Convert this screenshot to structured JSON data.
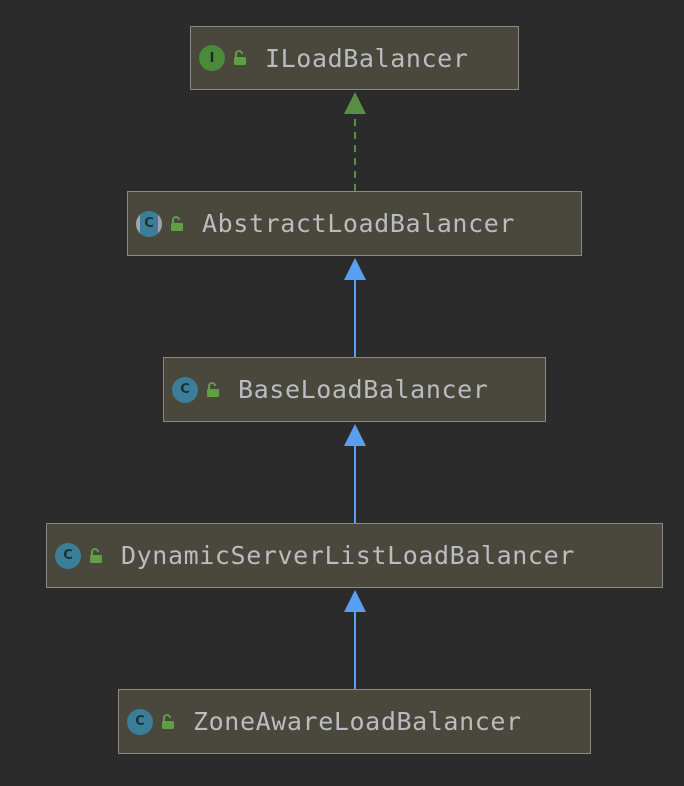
{
  "nodes": [
    {
      "id": "iloadbalancer",
      "label": "ILoadBalancer",
      "kind": "interface",
      "kind_letter": "I"
    },
    {
      "id": "abstractloadbalancer",
      "label": "AbstractLoadBalancer",
      "kind": "abstract-class",
      "kind_letter": "C"
    },
    {
      "id": "baseloadbalancer",
      "label": "BaseLoadBalancer",
      "kind": "class",
      "kind_letter": "C"
    },
    {
      "id": "dynamicserverlistloadbalancer",
      "label": "DynamicServerListLoadBalancer",
      "kind": "class",
      "kind_letter": "C"
    },
    {
      "id": "zoneawareloadbalancer",
      "label": "ZoneAwareLoadBalancer",
      "kind": "class",
      "kind_letter": "C"
    }
  ],
  "edges": [
    {
      "from": "abstractloadbalancer",
      "to": "iloadbalancer",
      "relation": "implements",
      "style": "dashed",
      "color": "#5b8d44"
    },
    {
      "from": "baseloadbalancer",
      "to": "abstractloadbalancer",
      "relation": "extends",
      "style": "solid",
      "color": "#5aa0f0"
    },
    {
      "from": "dynamicserverlistloadbalancer",
      "to": "baseloadbalancer",
      "relation": "extends",
      "style": "solid",
      "color": "#5aa0f0"
    },
    {
      "from": "zoneawareloadbalancer",
      "to": "dynamicserverlistloadbalancer",
      "relation": "extends",
      "style": "solid",
      "color": "#5aa0f0"
    }
  ],
  "icons": {
    "interface": "interface-icon",
    "class": "class-icon",
    "abstract": "abstract-class-icon",
    "visibility": "public-visibility-icon"
  },
  "colors": {
    "background": "#2b2b2b",
    "node_fill": "#4a473d",
    "node_border": "#8a8a80",
    "label": "#b9bcc0",
    "interface_badge": "#4b8a3b",
    "class_badge": "#3a7f97",
    "lock": "#5fa045"
  }
}
